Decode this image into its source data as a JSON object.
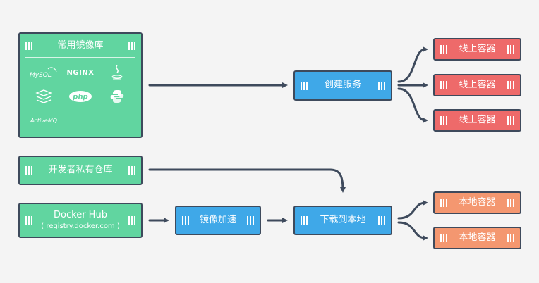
{
  "registry": {
    "title": "常用镜像库",
    "logos": [
      {
        "text": "MySQL",
        "icon": "mysql-logo-icon"
      },
      {
        "text": "NGINX",
        "icon": "nginx-logo-icon"
      },
      {
        "text": "",
        "icon": "java-logo-icon"
      },
      {
        "text": "",
        "icon": "redis-logo-icon"
      },
      {
        "text": "php",
        "icon": "php-logo-icon"
      },
      {
        "text": "",
        "icon": "python-logo-icon"
      },
      {
        "text": "ActiveMQ",
        "icon": "activemq-logo-icon"
      }
    ]
  },
  "nodes": {
    "create_service": "创建服务",
    "online_container": "线上容器",
    "private_repo": "开发者私有仓库",
    "docker_hub_title": "Docker Hub",
    "docker_hub_sub": "( registry.docker.com )",
    "mirror_accel": "镜像加速",
    "download_local": "下载到本地",
    "local_container": "本地容器"
  },
  "colors": {
    "green": "#61d5a0",
    "blue": "#3fa8e8",
    "red": "#ee6a6a",
    "orange": "#f49770",
    "border": "#3e4a5c"
  }
}
